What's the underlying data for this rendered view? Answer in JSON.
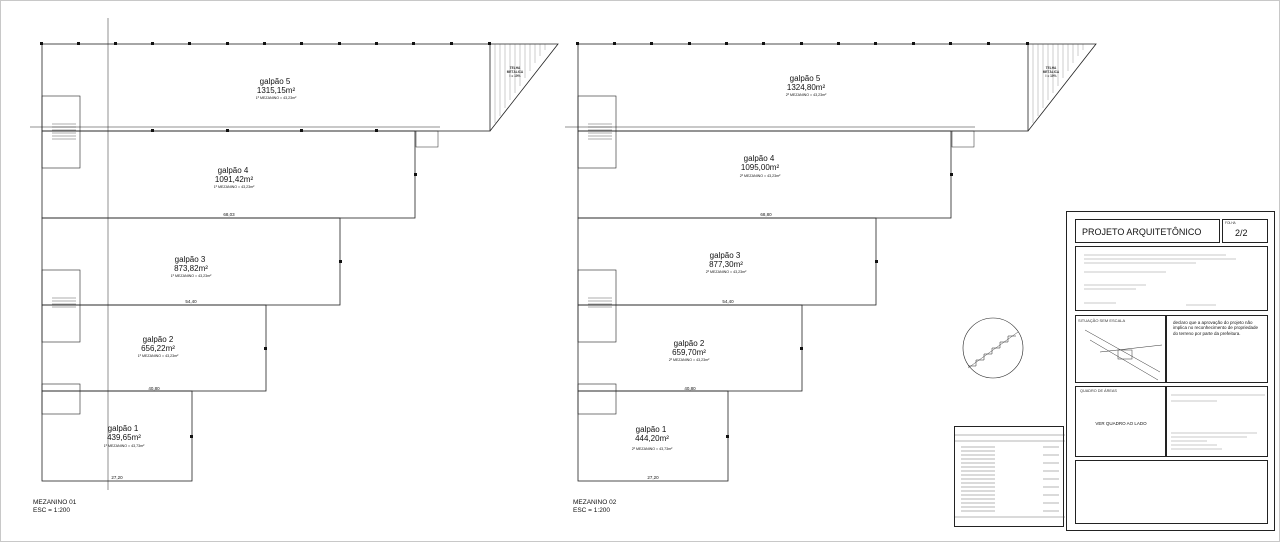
{
  "plans": [
    {
      "id": "mezanino-01",
      "title": "MEZANINO 01",
      "scale": "ESC = 1:200",
      "galpoes": [
        {
          "name": "galpão 5",
          "area": "1315,15m²",
          "mezanino": "1º MEZANINO = 43,23m²"
        },
        {
          "name": "galpão 4",
          "area": "1091,42m²",
          "mezanino": "1º MEZANINO = 43,23m²"
        },
        {
          "name": "galpão 3",
          "area": "873,82m²",
          "mezanino": "1º MEZANINO = 43,23m²"
        },
        {
          "name": "galpão 2",
          "area": "656,22m²",
          "mezanino": "1º MEZANINO = 43,23m²"
        },
        {
          "name": "galpão 1",
          "area": "439,65m²",
          "mezanino": "1º MEZANINO = 43,73m²"
        }
      ],
      "dimensions": [
        "68,03",
        "54,40",
        "40,80",
        "27,20"
      ]
    },
    {
      "id": "mezanino-02",
      "title": "MEZANINO 02",
      "scale": "ESC = 1:200",
      "galpoes": [
        {
          "name": "galpão 5",
          "area": "1324,80m²",
          "mezanino": "2º MEZANINO = 43,23m²"
        },
        {
          "name": "galpão 4",
          "area": "1095,00m²",
          "mezanino": "2º MEZANINO = 43,23m²"
        },
        {
          "name": "galpão 3",
          "area": "877,30m²",
          "mezanino": "2º MEZANINO = 43,23m²"
        },
        {
          "name": "galpão 2",
          "area": "659,70m²",
          "mezanino": "2º MEZANINO = 43,23m²"
        },
        {
          "name": "galpão 1",
          "area": "444,20m²",
          "mezanino": "2º MEZANINO = 43,73m²"
        }
      ],
      "dimensions": [
        "68,80",
        "54,40",
        "40,80",
        "27,20"
      ]
    }
  ],
  "roof_label": {
    "line1": "TELHA",
    "line2": "METÁLICA",
    "line3": "I = 10%"
  },
  "stamp": {
    "title": "PROJETO ARQUITETÔNICO",
    "sheet_label": "FOLHA",
    "sheet": "2/2",
    "situation": "SITUAÇÃO SEM ESCALA",
    "declaration": "declaro que a aprovação do projeto não implica no reconhecimento de propriedade do terreno por parte da prefeitura.",
    "areas_header": "QUADRO DE ÁREAS",
    "see_table": "VER QUADRO AO LADO"
  }
}
